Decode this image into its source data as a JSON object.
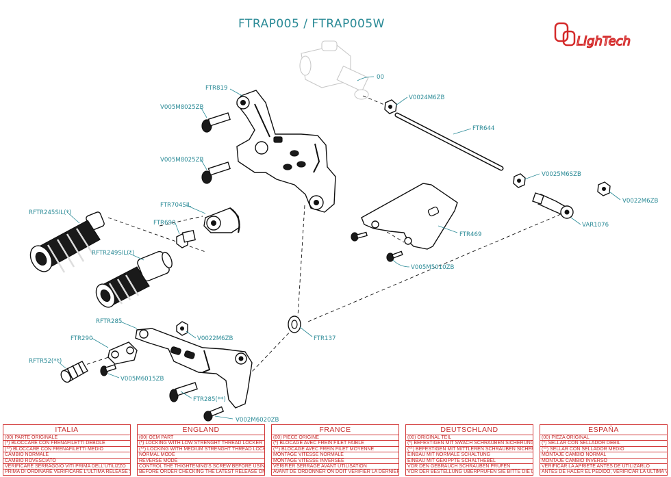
{
  "title": "FTRAP005 / FTRAP005W",
  "brand": {
    "name": "LighTech",
    "color": "#d42a2a"
  },
  "accent_color": "#2a8a96",
  "labels": {
    "l00": "00",
    "v0024": "V0024M6ZB",
    "ftr819": "FTR819",
    "v005a": "V005M8025ZB",
    "v005b": "V005M8025ZB",
    "ftr644": "FTR644",
    "v0025": "V0025M6SZB",
    "v0022a": "V0022M6ZB",
    "rftr245": "RFTR245SIL(*)",
    "ftr704": "FTR704SIL",
    "ftr690": "FTR690",
    "var1076": "VAR1076",
    "ftr469": "FTR469",
    "rftr249": "RFTR249SIL(*)",
    "v005m50": "V005M5010ZB",
    "ftr137": "FTR137",
    "rftr285": "RFTR285",
    "v0022b": "V0022M6ZB",
    "ftr290": "FTR290",
    "rftr52": "RFTR52(**)",
    "v005m60": "V005M6015ZB",
    "ftr285": "FTR285(**)",
    "v002m6": "V002M6020ZB"
  },
  "legend": [
    {
      "lang": "ITALIA",
      "rows": [
        "(00) PARTE ORIGINALE",
        "(*) BLOCCARE CON FRENAFILETTI DEBOLE",
        "(**) BLOCCARE CON FRENAFILETTI MEDIO",
        "CAMBIO NORMALE",
        "CAMBIO ROVESCIATO",
        "VERIFICARE SERRAGGIO VITI PRIMA DELL'UTILIZZO",
        "PRIMA DI ORDINARE VERIFICARE L'ULTIMA RELEASE SUL SITO"
      ]
    },
    {
      "lang": "ENGLAND",
      "rows": [
        "(00) OEM PART",
        "(*) LOCKING WITH LOW STRENGHT THREAD LOCKER",
        "(**) LOCKING WITH MEDIUM STRENGHT THREAD LOCKER",
        "NORMAL MODE",
        "REVERSE MODE",
        "CONTROL THE THIGHTENING'S SCREW BEFORE USING",
        "BEFORE ORDER CHECKING THE LATEST RELEASE ON WEBSITE"
      ]
    },
    {
      "lang": "FRANCE",
      "rows": [
        "(00) PIECE ORIGINE",
        "(*) BLOCAGE AVEC FREIN FILET FAIBLE",
        "(**) BLOCAGE AVEC FREIN FILET MOYENNE",
        "MONTAGE VITESSE NORMALE",
        "MONTAGE VITESSE INVERSEE",
        "VERIFIER SERRAGE AVANT UTILISATION",
        "AVANT DE ORDONNER ON DOIT VERIFIER LA DERNIERE RELEASE SUR LE SITE INTERNET"
      ]
    },
    {
      "lang": "DEUTSCHLAND",
      "rows": [
        "(00) ORIGINAL TEIL",
        "(*) BEFESTIGEN MIT SWACH SCHRAUBEN SICHERUNGSMITTEL",
        "(**) BEFESTIGEN MIT MITTLEREN SCHRAUBEN SICHERUNGSMITTEL",
        "EINBAU MIT NORMALE SCHALTUNG",
        "EINBAU MIT GEKIPPTE SCHALTHEBEL",
        "VOR DEN GEBRAUCH SCHRAUBEN PRUFEN",
        "VOR DER BESTELLUNG UBERPRUFEN SIE BITTE DIE LETZTE VERSION DIESER ARTIKEL AUF DER INTERNET SEITE VON LIGHTECH"
      ]
    },
    {
      "lang": "ESPAÑA",
      "rows": [
        "(00) PIEZA ORIGINAL",
        "(*) SELLAR CON SELLADOR DEBIL",
        "(**) SELLAR CON SELLADOR MEDIO",
        "MONTAJE CAMBIO NORMAL",
        "MONTAJE CAMBIO INVERSO",
        "VERIFICAR LA APRIETE ANTES DE UTILIZARLO",
        "ANTES DE HACER EL PEDIDO, VERIFICAR LA ULTIMA VERSION EN LA WEB LIGHTECH"
      ]
    }
  ]
}
